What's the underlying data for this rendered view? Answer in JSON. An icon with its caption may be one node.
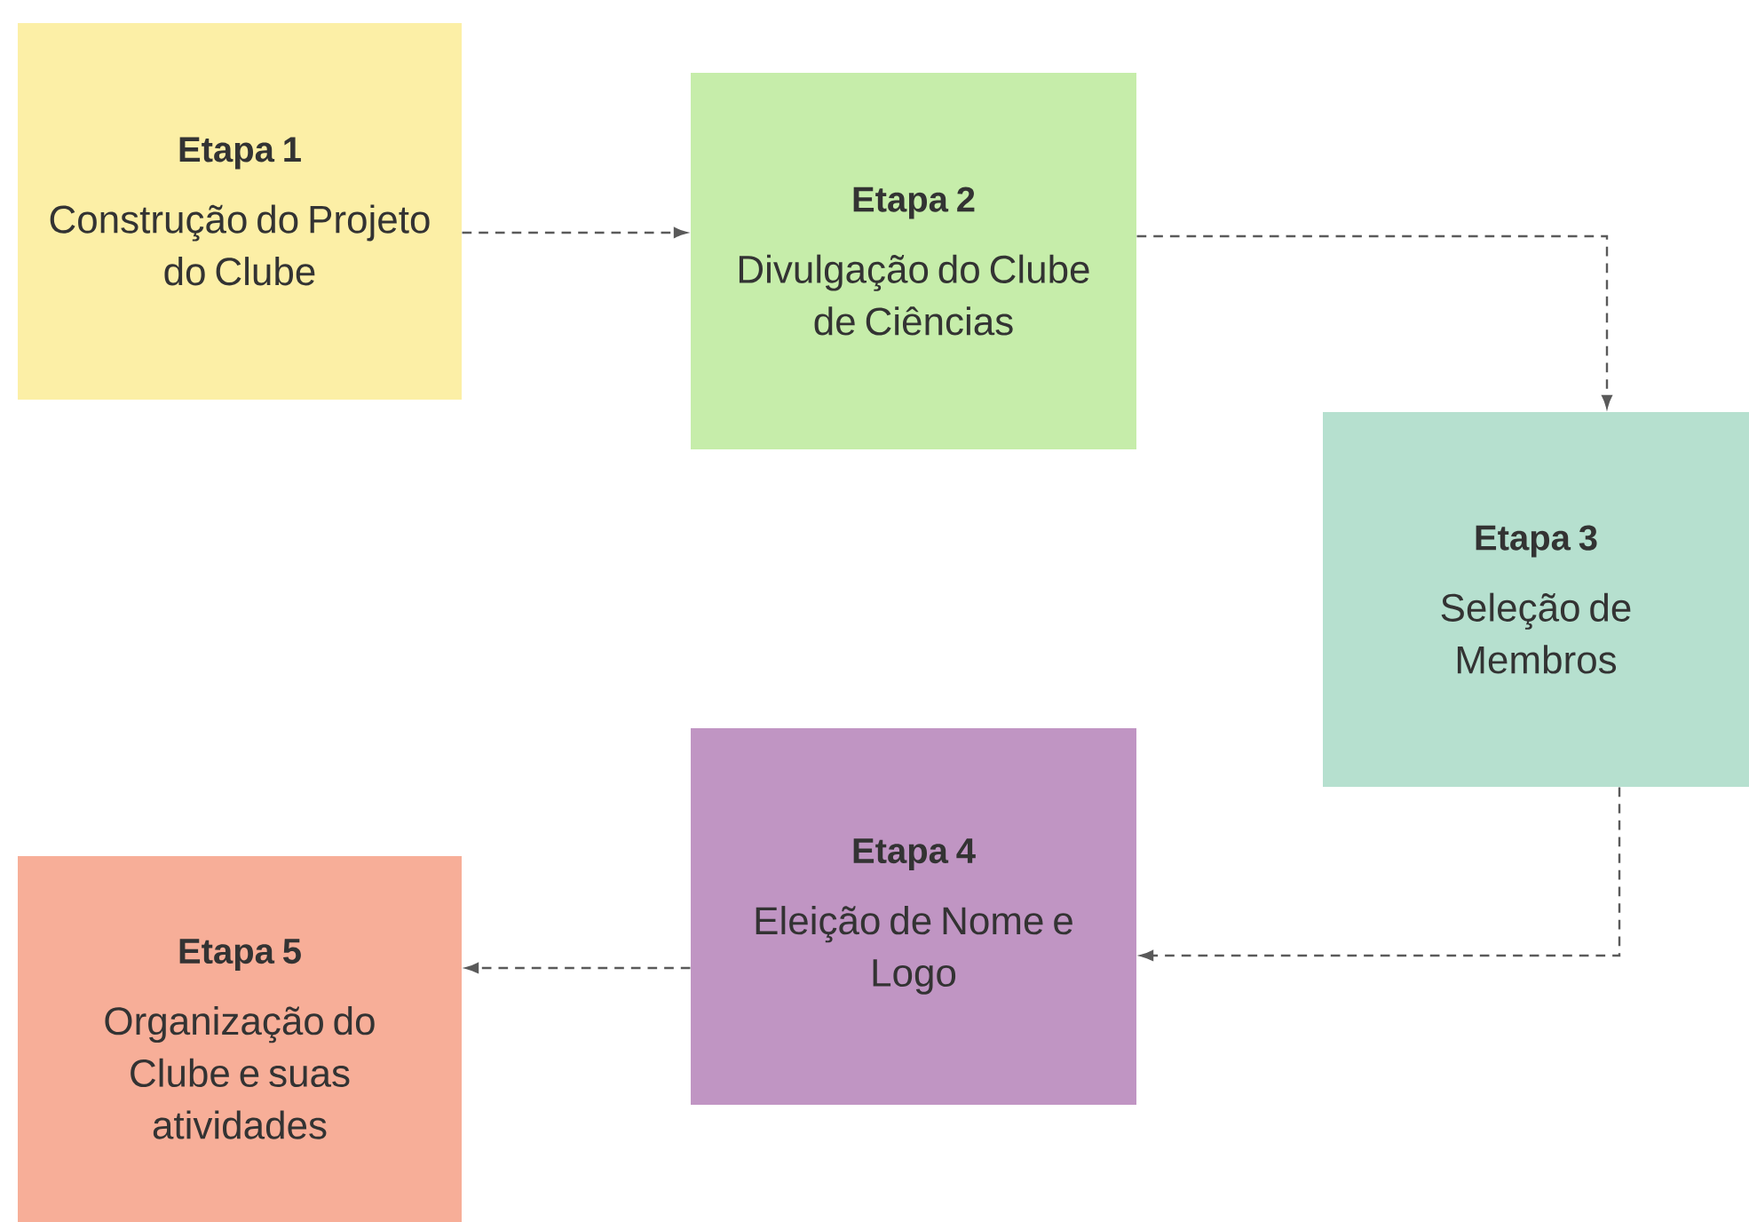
{
  "diagram": {
    "nodes": [
      {
        "text": [
          "Etapa 1",
          "Construção do Projeto do Clube"
        ]
      },
      {
        "text": [
          "Etapa 2",
          "Divulgação do Clube de Ciências"
        ]
      },
      {
        "text": [
          "Etapa 3",
          "Seleção de Membros"
        ]
      },
      {
        "text": [
          "Etapa 4",
          "Eleição de Nome e Logo"
        ]
      },
      {
        "text": [
          "Etapa 5",
          "Organização do Clube e suas atividades"
        ]
      }
    ],
    "edges": [
      {
        "from": 0,
        "to": 1,
        "arrow": "to",
        "style": "dashed"
      },
      {
        "from": 1,
        "to": 2,
        "arrow": "to",
        "style": "dashed"
      },
      {
        "from": 2,
        "to": 3,
        "arrow": "to",
        "style": "dashed"
      },
      {
        "from": 3,
        "to": 4,
        "arrow": "to",
        "style": "dashed"
      }
    ]
  }
}
